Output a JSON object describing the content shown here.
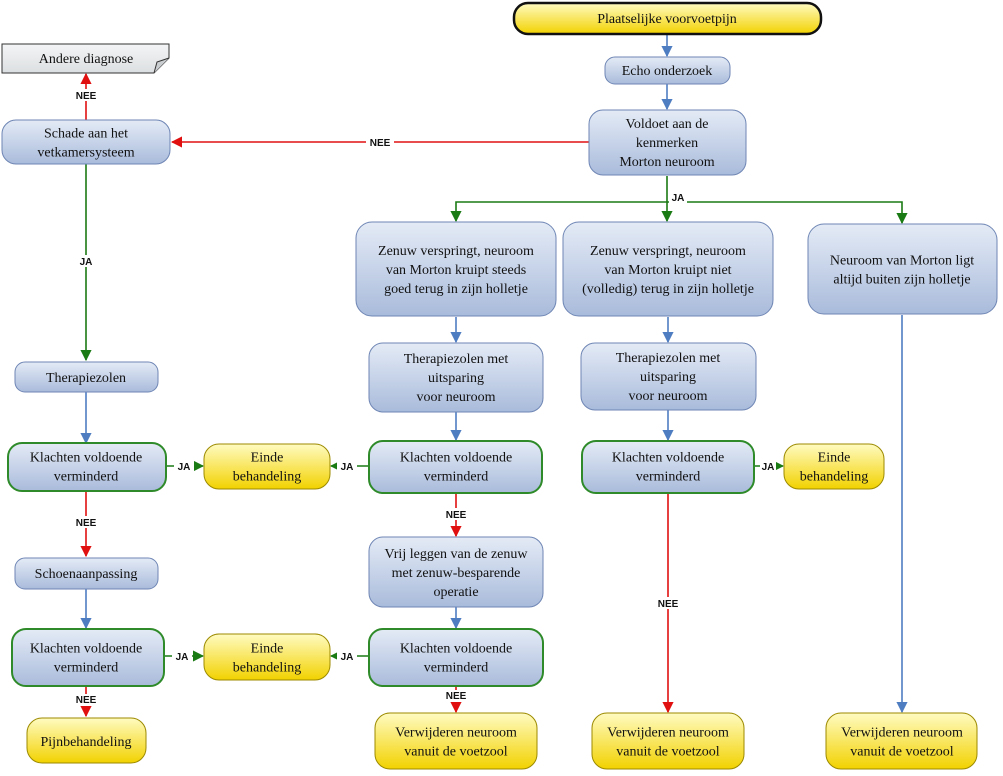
{
  "colors": {
    "blue_fill_top": "#dbe4f3",
    "blue_fill_bottom": "#aebfdc",
    "blue_stroke": "#6f86b4",
    "yellow_fill_top": "#fff7a6",
    "yellow_fill_bottom": "#f3d400",
    "yellow_stroke": "#9c8a00",
    "green_stroke": "#2f8b2a",
    "grey_fill": "#e7e9ea",
    "edge_blue": "#4f7dc1",
    "edge_red": "#e01010",
    "edge_green": "#1a7a14"
  },
  "nodes": {
    "start": {
      "lines": [
        "Plaatselijke voorvoetpijn"
      ]
    },
    "echo": {
      "lines": [
        "Echo onderzoek"
      ]
    },
    "voldoet": {
      "lines": [
        "Voldoet aan de",
        "kenmerken",
        "Morton neuroom"
      ]
    },
    "schade": {
      "lines": [
        "Schade aan het",
        "vetkamersysteem"
      ]
    },
    "andere": {
      "lines": [
        "Andere diagnose"
      ]
    },
    "therapiezolen_l": {
      "lines": [
        "Therapiezolen"
      ]
    },
    "klachten_l1": {
      "lines": [
        "Klachten voldoende",
        "verminderd"
      ]
    },
    "einde_l1": {
      "lines": [
        "Einde",
        "behandeling"
      ]
    },
    "schoen": {
      "lines": [
        "Schoenaanpassing"
      ]
    },
    "klachten_l2": {
      "lines": [
        "Klachten voldoende",
        "verminderd"
      ]
    },
    "einde_l2": {
      "lines": [
        "Einde",
        "behandeling"
      ]
    },
    "pijn": {
      "lines": [
        "Pijnbehandeling"
      ]
    },
    "zenuw_a": {
      "lines": [
        "Zenuw verspringt, neuroom",
        "van Morton kruipt steeds",
        "goed terug in zijn holletje"
      ]
    },
    "zenuw_b": {
      "lines": [
        "Zenuw verspringt, neuroom",
        "van Morton kruipt niet",
        "(volledig) terug in zijn holletje"
      ]
    },
    "neuroom_c": {
      "lines": [
        "Neuroom van Morton ligt",
        "altijd buiten zijn holletje"
      ]
    },
    "therapie_a": {
      "lines": [
        "Therapiezolen met",
        "uitsparing",
        "voor neuroom"
      ]
    },
    "therapie_b": {
      "lines": [
        "Therapiezolen met",
        "uitsparing",
        "voor neuroom"
      ]
    },
    "klachten_a": {
      "lines": [
        "Klachten voldoende",
        "verminderd"
      ]
    },
    "klachten_b": {
      "lines": [
        "Klachten voldoende",
        "verminderd"
      ]
    },
    "einde_b": {
      "lines": [
        "Einde",
        "behandeling"
      ]
    },
    "vrij": {
      "lines": [
        "Vrij leggen van de zenuw",
        "met zenuw-besparende",
        "operatie"
      ]
    },
    "klachten_a2": {
      "lines": [
        "Klachten voldoende",
        "verminderd"
      ]
    },
    "verw_a": {
      "lines": [
        "Verwijderen neuroom",
        "vanuit de voetzool"
      ]
    },
    "verw_b": {
      "lines": [
        "Verwijderen neuroom",
        "vanuit de voetzool"
      ]
    },
    "verw_c": {
      "lines": [
        "Verwijderen neuroom",
        "vanuit de voetzool"
      ]
    }
  },
  "edge_labels": {
    "nee_andere": "NEE",
    "nee_schade": "NEE",
    "ja_schade": "JA",
    "ja_voldoet": "JA",
    "ja_l1": "JA",
    "ja_a": "JA",
    "nee_l1": "NEE",
    "nee_a": "NEE",
    "ja_b": "JA",
    "nee_b": "NEE",
    "ja_l2": "JA",
    "ja_a2": "JA",
    "nee_l2": "NEE",
    "nee_a2": "NEE"
  }
}
